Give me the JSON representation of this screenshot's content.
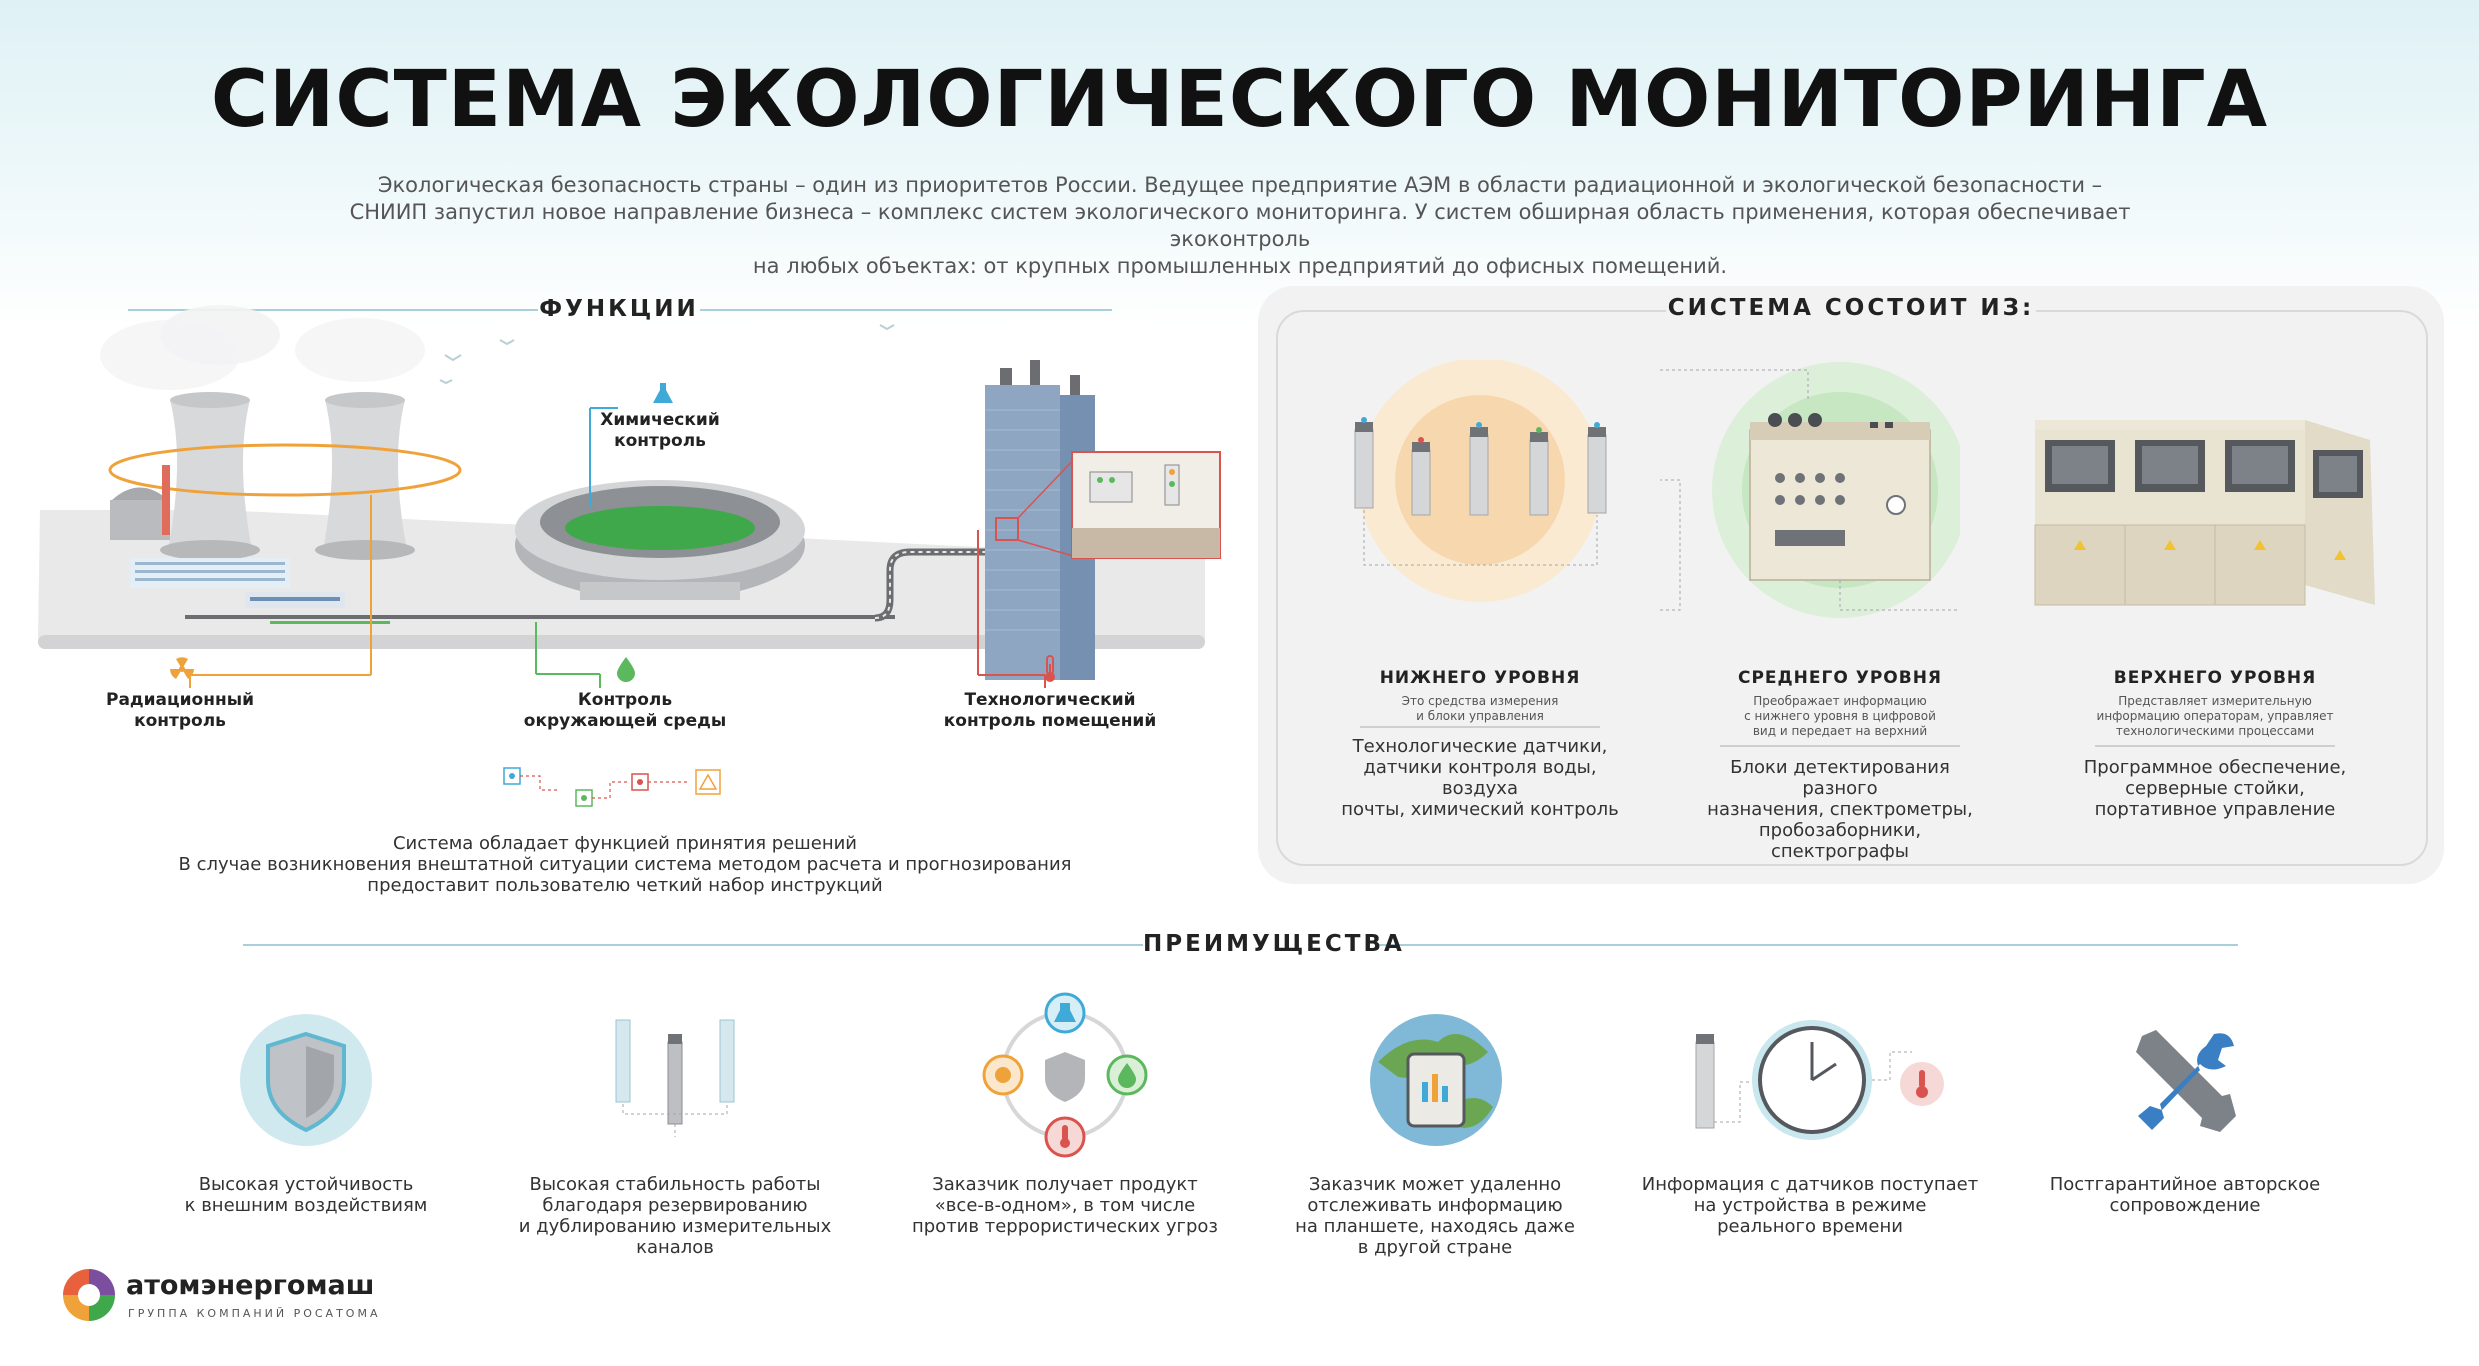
{
  "title": "СИСТЕМА ЭКОЛОГИЧЕСКОГО МОНИТОРИНГА",
  "intro": {
    "line1": "Экологическая безопасность страны – один из приоритетов России. Ведущее предприятие АЭМ в области радиационной и экологической безопасности –",
    "line2": "СНИИП запустил новое направление бизнеса – комплекс систем экологического мониторинга. У систем обширная область применения, которая обеспечивает экоконтроль",
    "line3": "на любых объектах: от крупных промышленных предприятий до офисных помещений."
  },
  "functions": {
    "heading": "ФУНКЦИИ",
    "chemical": {
      "line1": "Химический",
      "line2": "контроль"
    },
    "radiation": {
      "line1": "Радиационный",
      "line2": "контроль"
    },
    "environment": {
      "line1": "Контроль",
      "line2": "окружающей среды"
    },
    "technological": {
      "line1": "Технологический",
      "line2": "контроль помещений"
    },
    "decision": {
      "line1": "Система обладает функцией принятия решений",
      "line2": "В случае возникновения внештатной ситуации система методом расчета и прогнозирования",
      "line3": "предоставит пользователю четкий набор инструкций"
    }
  },
  "system": {
    "heading": "СИСТЕМА СОСТОИТ ИЗ:",
    "levels": [
      {
        "title": "НИЖНЕГО УРОВНЯ",
        "sub1": "Это средства измерения",
        "sub2": "и блоки управления",
        "sub3": "",
        "text1": "Технологические датчики,",
        "text2": "датчики контроля воды, воздуха",
        "text3": "почты, химический контроль"
      },
      {
        "title": "СРЕДНЕГО УРОВНЯ",
        "sub1": "Преображает информацию",
        "sub2": "с нижнего уровня в цифровой",
        "sub3": "вид и передает на верхний",
        "text1": "Блоки детектирования разного",
        "text2": "назначения, спектрометры,",
        "text3": "пробозаборники, спектрографы"
      },
      {
        "title": "ВЕРХНЕГО УРОВНЯ",
        "sub1": "Представляет измерительную",
        "sub2": "информацию операторам, управляет",
        "sub3": "технологическими процессами",
        "text1": "Программное обеспечение,",
        "text2": "серверные стойки,",
        "text3": "портативное управление"
      }
    ]
  },
  "advantages": {
    "heading": "ПРЕИМУЩЕСТВА",
    "items": [
      {
        "icon": "shield-icon",
        "line1": "Высокая устойчивость",
        "line2": "к внешним воздействиям",
        "line3": "",
        "line4": ""
      },
      {
        "icon": "sensors-icon",
        "line1": "Высокая стабильность работы",
        "line2": "благодаря резервированию",
        "line3": "и дублированию измерительных каналов",
        "line4": ""
      },
      {
        "icon": "all-in-one-icon",
        "line1": "Заказчик получает продукт",
        "line2": "«все-в-одном», в том числе",
        "line3": "против террористических угроз",
        "line4": ""
      },
      {
        "icon": "globe-tablet-icon",
        "line1": "Заказчик может удаленно",
        "line2": "отслеживать информацию",
        "line3": "на планшете, находясь даже",
        "line4": "в другой стране"
      },
      {
        "icon": "clock-icon",
        "line1": "Информация с датчиков поступает",
        "line2": "на устройства в режиме",
        "line3": "реального времени",
        "line4": ""
      },
      {
        "icon": "tools-icon",
        "line1": "Постгарантийное авторское",
        "line2": "сопровождение",
        "line3": "",
        "line4": ""
      }
    ]
  },
  "logo": {
    "name": "атомэнергомаш",
    "sub": "ГРУППА КОМПАНИЙ РОСАТОМА"
  },
  "colors": {
    "orange": "#f0a23a",
    "green": "#5cb85c",
    "red": "#d9534f",
    "blue": "#3fa9d8"
  }
}
